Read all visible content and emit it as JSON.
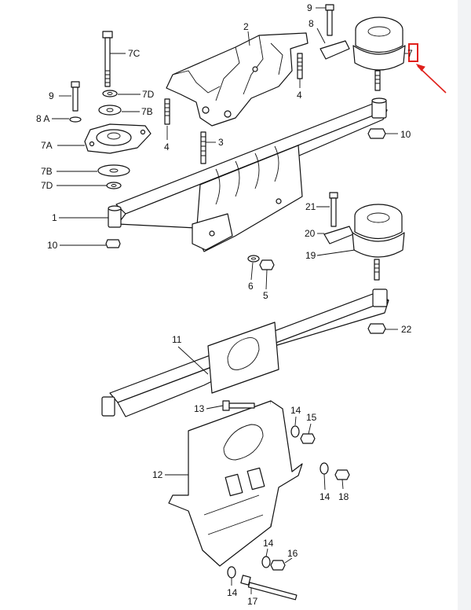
{
  "labels": {
    "p2": "2",
    "p3": "3",
    "p4a": "4",
    "p4b": "4",
    "p5": "5",
    "p6": "6",
    "p7": "7",
    "p7c": "7C",
    "p7d_top": "7D",
    "p7b_top": "7B",
    "p7a": "7A",
    "p7b": "7B",
    "p7d": "7D",
    "p8": "8",
    "p8a": "8 A",
    "p9_left": "9",
    "p9_top": "9",
    "p10_left": "10",
    "p10_right": "10",
    "p1": "1",
    "p11": "11",
    "p12": "12",
    "p13": "13",
    "p14_a": "14",
    "p14_b": "14",
    "p14_c": "14",
    "p14_d": "14",
    "p15": "15",
    "p16": "16",
    "p17": "17",
    "p18": "18",
    "p19": "19",
    "p20": "20",
    "p21": "21",
    "p22": "22"
  },
  "colors": {
    "highlight": "#e0201b",
    "line": "#111111",
    "side_strip": "#f2f3f5"
  }
}
